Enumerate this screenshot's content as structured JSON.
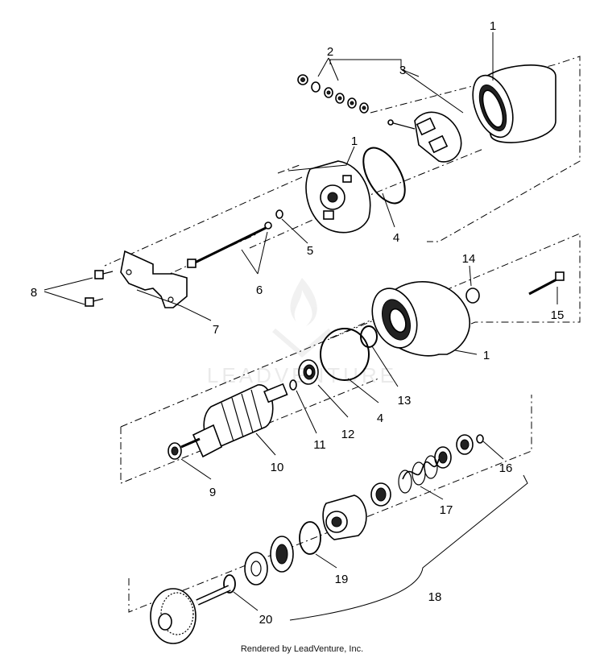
{
  "diagram": {
    "callouts": [
      "1",
      "2",
      "3",
      "1",
      "4",
      "5",
      "6",
      "7",
      "8",
      "14",
      "15",
      "1",
      "4",
      "13",
      "12",
      "11",
      "10",
      "9",
      "16",
      "17",
      "19",
      "18",
      "20"
    ]
  },
  "watermark": {
    "text": "LEADVENTURE"
  },
  "footer": {
    "credit": "Rendered by LeadVenture, Inc."
  }
}
